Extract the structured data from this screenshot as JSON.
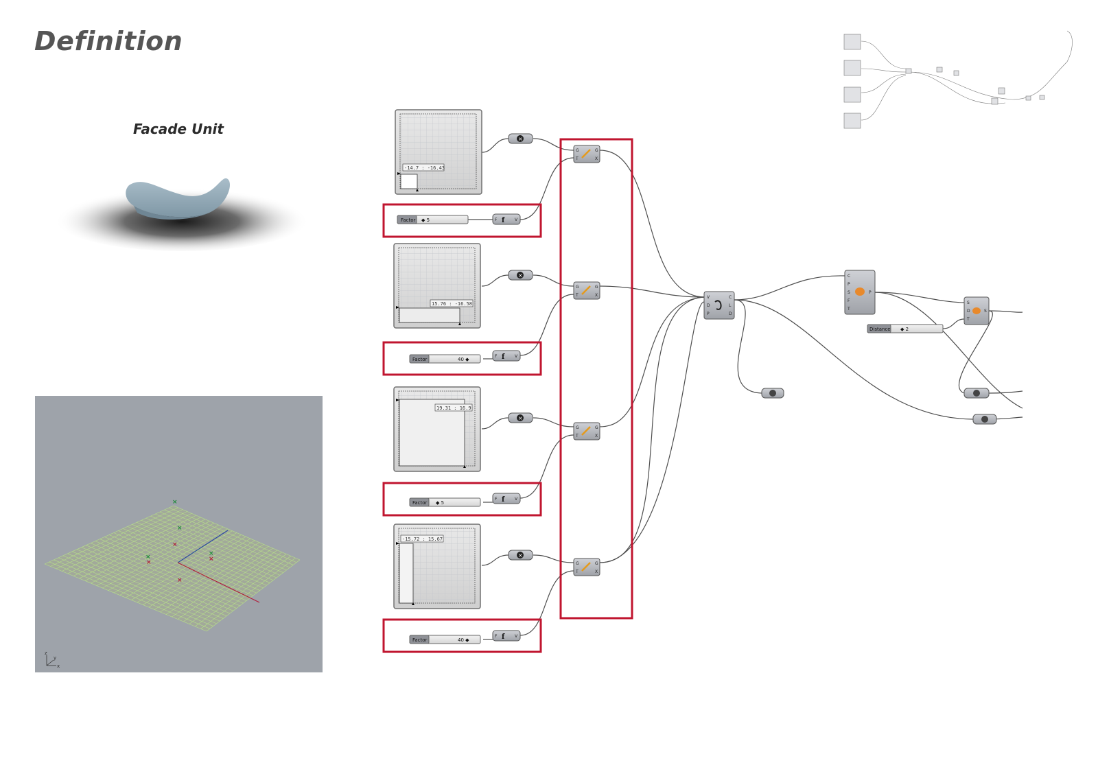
{
  "page": {
    "title": "Definition",
    "subtitle": "Facade Unit"
  },
  "colors": {
    "highlight": "#c0152f",
    "viewport_bg": "#9ea3aa",
    "grid": "#b7e08a",
    "wire": "#4d4d4d",
    "component": "#b5b7bd",
    "panel": "#d9d9d9"
  },
  "graph_mappers": [
    {
      "readout": "-14.7 : -16.43"
    },
    {
      "readout": "15.76 : -16.58"
    },
    {
      "readout": "19.31 : 16.9"
    },
    {
      "readout": "-15.72 : 15.67"
    }
  ],
  "sliders": [
    {
      "label": "Factor",
      "value": "◆ 5"
    },
    {
      "label": "Factor",
      "value": "40 ◆"
    },
    {
      "label": "Factor",
      "value": "◆ 5"
    },
    {
      "label": "Factor",
      "value": "40 ◆"
    }
  ],
  "distance_slider": {
    "label": "Distance",
    "value": "◆ 2"
  },
  "component_ports": {
    "negative_in": "",
    "expression": {
      "in1": "F",
      "out": "V"
    },
    "move": {
      "in1": "G",
      "in2": "T",
      "out1": "G",
      "out2": "X"
    },
    "line": {
      "in1": "V",
      "in2": "D",
      "in3": "P",
      "out1": "C",
      "out2": "L",
      "out3": "D"
    },
    "patch": {
      "in1": "C",
      "in2": "P",
      "in3": "S",
      "in4": "F",
      "in5": "T",
      "out": "P"
    },
    "offset": {
      "in1": "S",
      "in2": "D",
      "in3": "T",
      "out": "S"
    }
  },
  "icons": [
    "negative-icon",
    "expression-icon",
    "move-icon",
    "line-icon",
    "patch-icon",
    "offset-icon",
    "preview-icon",
    "axis-icon"
  ],
  "axis_labels": {
    "z": "z",
    "y": "y",
    "x": "x"
  }
}
